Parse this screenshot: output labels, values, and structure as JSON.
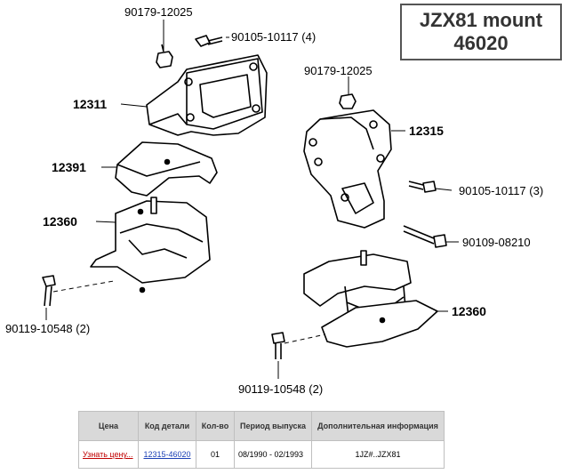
{
  "title": {
    "line1": "JZX81 mount",
    "line2": "46020"
  },
  "labels": {
    "l1": "90179-12025",
    "l2": "90105-10117 (4)",
    "l3": "12311",
    "l4": "12391",
    "l5": "12360",
    "l6": "90119-10548 (2)",
    "r1": "90179-12025",
    "r2": "12315",
    "r3": "90105-10117 (3)",
    "r4": "90109-08210",
    "r5": "12360",
    "r6": "90119-10548 (2)"
  },
  "table": {
    "headers": [
      "Цена",
      "Код детали",
      "Кол-во",
      "Период выпуска",
      "Дополнительная информация"
    ],
    "row": {
      "price_link": "Узнать цену...",
      "code": "12315-46020",
      "qty": "01",
      "period": "08/1990 - 02/1993",
      "info": "1JZ#..JZX81"
    }
  }
}
